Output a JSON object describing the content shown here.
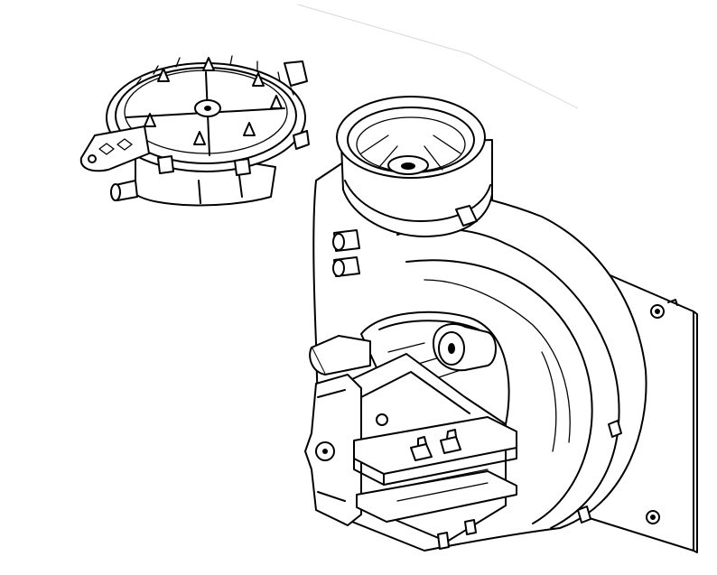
{
  "figure": {
    "parts": [
      {
        "name": "air-pressure-switch-assembly"
      },
      {
        "name": "fan-blower-housing"
      },
      {
        "name": "electric-motor"
      },
      {
        "name": "mounting-plate"
      }
    ],
    "colors": {
      "ink": "#000000",
      "background": "#ffffff",
      "faint": "#d8d8d8"
    }
  }
}
